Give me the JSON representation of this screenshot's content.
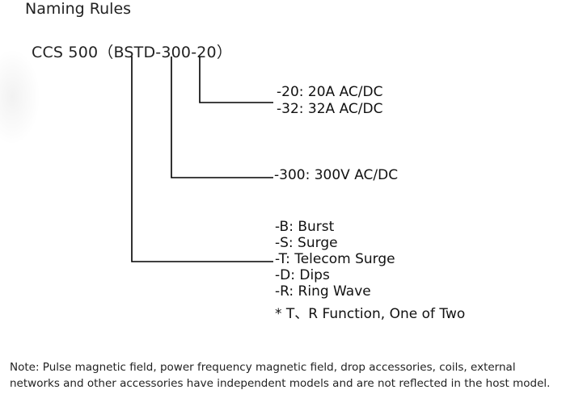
{
  "title": "Naming Rules",
  "model_code": "CCS 500（BSTD-300-20）",
  "groups": {
    "current": {
      "options": [
        "-20:  20A AC/DC",
        "-32:  32A AC/DC"
      ]
    },
    "voltage": {
      "options": [
        "-300: 300V AC/DC"
      ]
    },
    "function": {
      "options": [
        "-B: Burst",
        "-S: Surge",
        "-T: Telecom Surge",
        "-D: Dips",
        "-R: Ring Wave",
        "* T、R  Function, One of Two"
      ]
    }
  },
  "note": {
    "line1": "Note: Pulse magnetic field, power frequency magnetic field, drop accessories, coils, external",
    "line2": "networks and other accessories have independent models and are not reflected in the host model."
  },
  "colors": {
    "text": "#1a1a1a",
    "line": "#000000"
  }
}
